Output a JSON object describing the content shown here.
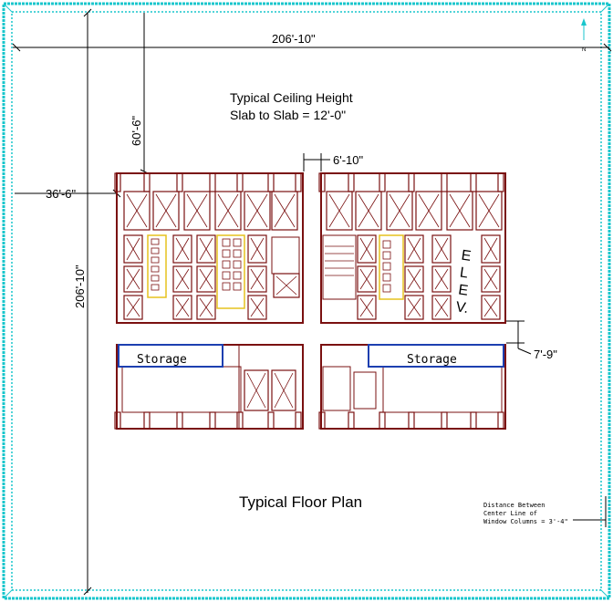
{
  "plan": {
    "width_dimension": "206'-10\"",
    "height_dimension": "206'-10\"",
    "top_setback": "60'-6\"",
    "left_setback": "36'-6\"",
    "core_gap": "6'-10\"",
    "corridor_width": "7'-9\"",
    "ceiling_title": "Typical Ceiling Height",
    "ceiling_value": "Slab to Slab = 12'-0\"",
    "plan_title": "Typical Floor Plan",
    "storage_left": "Storage",
    "storage_right": "Storage",
    "elevator_label": [
      "E",
      "L",
      "E",
      "V."
    ],
    "note_lines": [
      "Distance Between",
      "Center Line of",
      "Window Columns = 3'-4\""
    ],
    "north_marker": "N"
  },
  "colors": {
    "wall": "#7a1010",
    "border": "#19c6cc",
    "fixture": "#e6c21e",
    "storage": "#1d3fb0",
    "dimension": "#000000"
  },
  "icons": [
    "north-arrow-icon"
  ]
}
